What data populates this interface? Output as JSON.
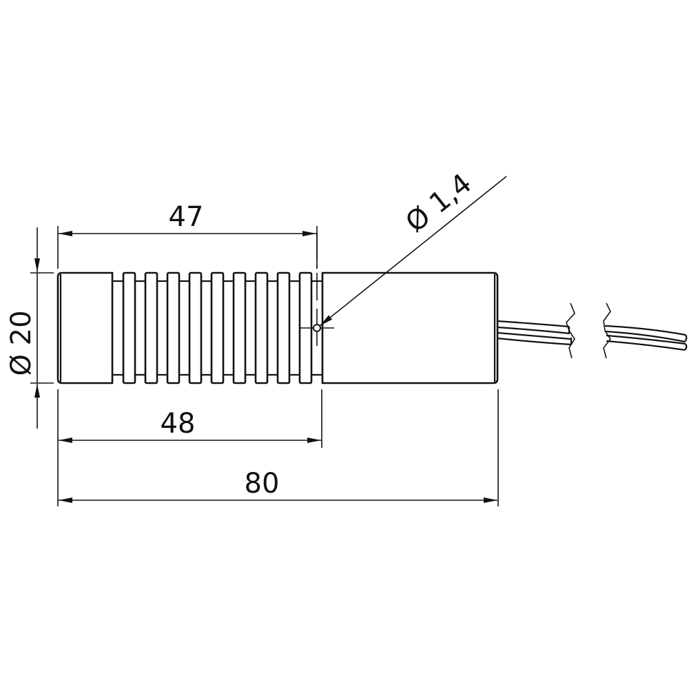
{
  "drawing": {
    "type": "technical dimension drawing",
    "subject": "cylindrical laser module with finned heatsink and cable",
    "colors": {
      "line": "#111111",
      "background": "#ffffff"
    },
    "dimensions": {
      "fin_section_length": {
        "label": "47",
        "value": 47
      },
      "body_to_rear_housing": {
        "label": "48",
        "value": 48
      },
      "overall_length": {
        "label": "80",
        "value": 80
      },
      "diameter": {
        "label": "Ø 20",
        "symbol": "Ø",
        "value": 20
      },
      "hole_diameter": {
        "label": "Ø 1,4",
        "symbol": "Ø",
        "value": "1,4"
      }
    },
    "fin_count": 9,
    "cable": {
      "wire_count": 2,
      "break_marks": true
    }
  }
}
